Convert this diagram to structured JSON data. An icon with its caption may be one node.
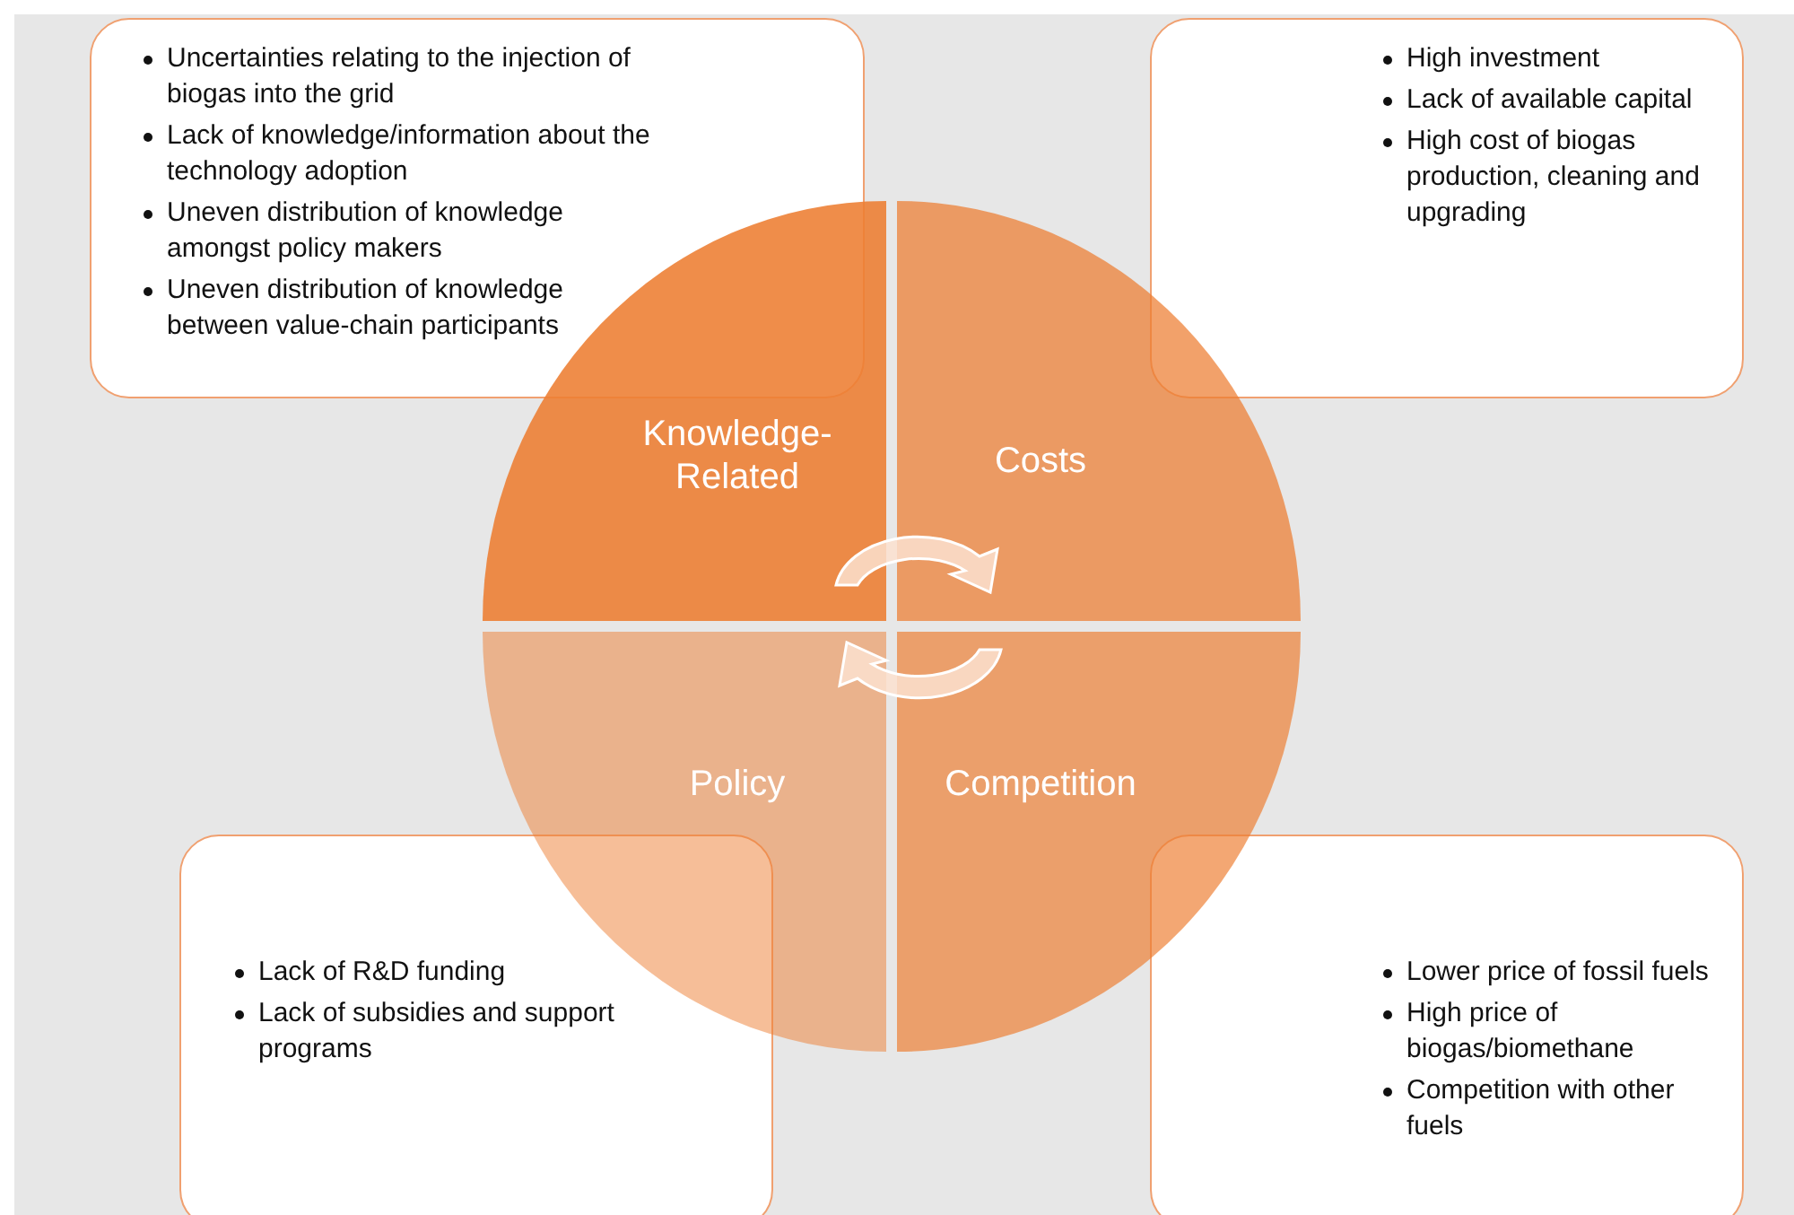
{
  "diagram": {
    "nodes": [
      {
        "text": [
          "Uncertainties relating to the injection of biogas into the grid",
          "Lack of knowledge/information about the technology adoption",
          "Uneven distribution of knowledge amongst policy makers",
          "Uneven distribution of knowledge between value-chain participants"
        ]
      },
      {
        "text": [
          "High investment",
          "Lack of available capital",
          "High cost of biogas production, cleaning and upgrading"
        ]
      },
      {
        "text": [
          "Knowledge-Related"
        ]
      },
      {
        "text": [
          "Costs"
        ]
      },
      {
        "text": [
          "Policy"
        ]
      },
      {
        "text": [
          "Competition"
        ]
      },
      {
        "text": [
          "Lack of R&D funding",
          "Lack of subsidies and support programs"
        ]
      },
      {
        "text": [
          "Lower price of fossil fuels",
          "High price of biogas/biomethane",
          "Competition with other fuels"
        ]
      }
    ]
  }
}
